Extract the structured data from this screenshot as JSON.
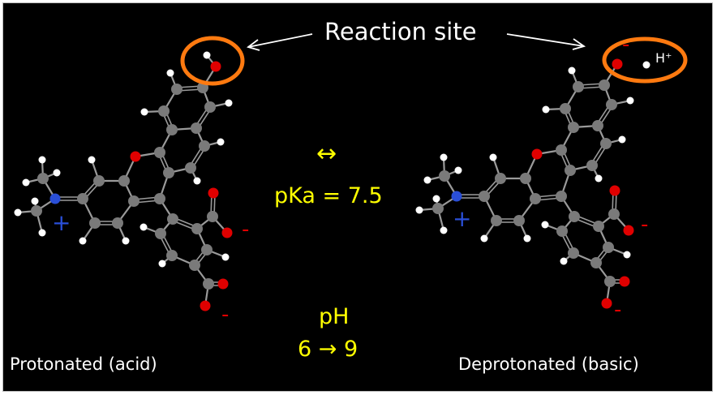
{
  "title": "Reaction site",
  "left_label": "Protonated (acid)",
  "right_label": "Deprotonated (basic)",
  "equilibrium_symbol": "↔",
  "pka_label": "pKa = 7.5",
  "ph_label": "pH",
  "ph_range": "6 → 9",
  "proton_label": "H⁺",
  "charge_plus": "+",
  "charge_minus": "-",
  "colors": {
    "carbon": "#7a7a7a",
    "oxygen": "#e00000",
    "nitrogen": "#2a4fd8",
    "hydrogen": "#ffffff",
    "highlight": "#ff7a10",
    "text_accent": "#ffff00"
  }
}
